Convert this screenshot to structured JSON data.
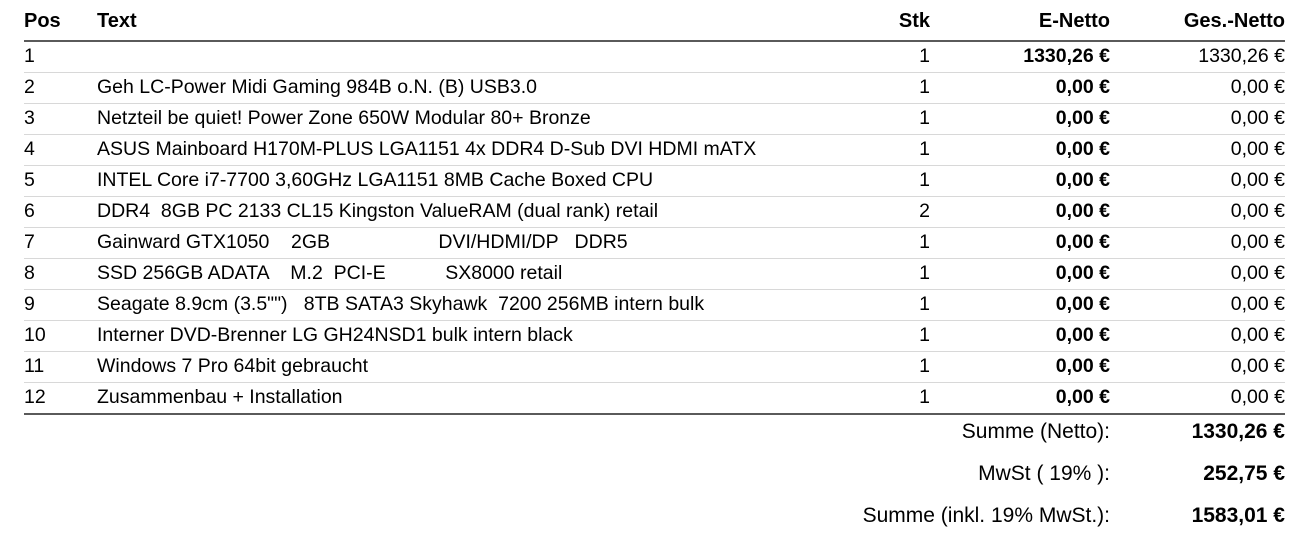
{
  "document": {
    "kind": "invoice-line-items",
    "currency_symbol": "€",
    "background_color": "#ffffff",
    "text_color": "#000000",
    "rule_color": "#5a5a5a",
    "row_separator_color": "#d8d8d8"
  },
  "table": {
    "headers": {
      "pos": "Pos",
      "text": "Text",
      "stk": "Stk",
      "e_netto": "E-Netto",
      "ges_netto": "Ges.-Netto"
    },
    "rows": [
      {
        "pos": "1",
        "text": "",
        "stk": "1",
        "e_netto": "1330,26 €",
        "ges_netto": "1330,26 €"
      },
      {
        "pos": "2",
        "text": "Geh LC-Power Midi Gaming 984B o.N. (B) USB3.0",
        "stk": "1",
        "e_netto": "0,00 €",
        "ges_netto": "0,00 €"
      },
      {
        "pos": "3",
        "text": "Netzteil be quiet! Power Zone 650W Modular 80+ Bronze",
        "stk": "1",
        "e_netto": "0,00 €",
        "ges_netto": "0,00 €"
      },
      {
        "pos": "4",
        "text": "ASUS Mainboard H170M-PLUS LGA1151 4x DDR4 D-Sub DVI HDMI mATX",
        "stk": "1",
        "e_netto": "0,00 €",
        "ges_netto": "0,00 €"
      },
      {
        "pos": "5",
        "text": "INTEL Core i7-7700 3,60GHz LGA1151 8MB Cache Boxed CPU",
        "stk": "1",
        "e_netto": "0,00 €",
        "ges_netto": "0,00 €"
      },
      {
        "pos": "6",
        "text": "DDR4  8GB PC 2133 CL15 Kingston ValueRAM (dual rank) retail",
        "stk": "2",
        "e_netto": "0,00 €",
        "ges_netto": "0,00 €"
      },
      {
        "pos": "7",
        "text": "Gainward GTX1050    2GB                    DVI/HDMI/DP   DDR5",
        "stk": "1",
        "e_netto": "0,00 €",
        "ges_netto": "0,00 €"
      },
      {
        "pos": "8",
        "text": "SSD 256GB ADATA    M.2  PCI-E           SX8000 retail",
        "stk": "1",
        "e_netto": "0,00 €",
        "ges_netto": "0,00 €"
      },
      {
        "pos": "9",
        "text": "Seagate 8.9cm (3.5\"\")   8TB SATA3 Skyhawk  7200 256MB intern bulk",
        "stk": "1",
        "e_netto": "0,00 €",
        "ges_netto": "0,00 €"
      },
      {
        "pos": "10",
        "text": "Interner DVD-Brenner LG GH24NSD1 bulk intern black",
        "stk": "1",
        "e_netto": "0,00 €",
        "ges_netto": "0,00 €"
      },
      {
        "pos": "11",
        "text": "Windows 7 Pro 64bit gebraucht",
        "stk": "1",
        "e_netto": "0,00 €",
        "ges_netto": "0,00 €"
      },
      {
        "pos": "12",
        "text": "Zusammenbau + Installation",
        "stk": "1",
        "e_netto": "0,00 €",
        "ges_netto": "0,00 €"
      }
    ]
  },
  "totals": [
    {
      "label": "Summe (Netto):",
      "value": "1330,26 €"
    },
    {
      "label": "MwSt ( 19% ):",
      "value": "252,75 €"
    },
    {
      "label": "Summe (inkl. 19% MwSt.):",
      "value": "1583,01 €"
    }
  ]
}
